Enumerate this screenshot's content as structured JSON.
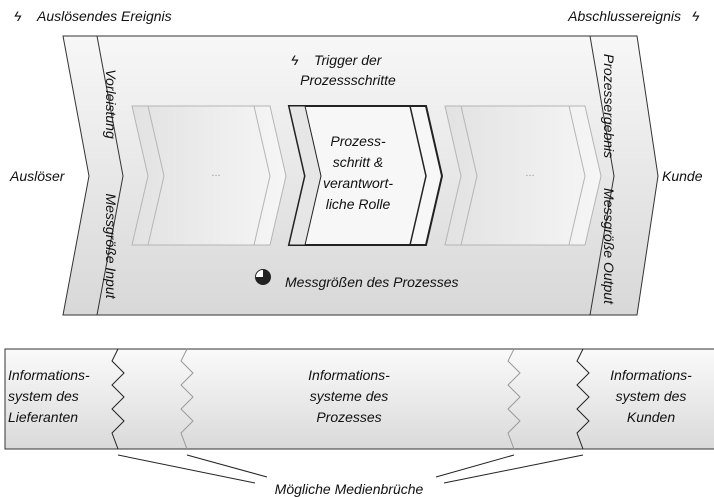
{
  "top": {
    "trigger_icon": "lightning-icon",
    "start_event": "Auslösendes Ereignis",
    "end_event": "Abschlussereignis"
  },
  "process": {
    "trigger_line1": "Trigger der",
    "trigger_line2": "Prozessschritte",
    "input_top": "Vorleistung",
    "input_bottom": "Messgröße Input",
    "output_top": "Prozessergebnis",
    "output_bottom": "Messgröße Output",
    "trigger_source": "Auslöser",
    "customer": "Kunde",
    "steps": [
      {
        "lines": [
          "..."
        ]
      },
      {
        "lines": [
          "Prozess-",
          "schritt &",
          "verantwort-",
          "liche Rolle"
        ]
      },
      {
        "lines": [
          "..."
        ]
      }
    ],
    "metrics_icon": "pie-chart-icon",
    "metrics": "Messgrößen des Prozesses"
  },
  "systems": {
    "supplier": [
      "Informations-",
      "system des",
      "Lieferanten"
    ],
    "process": [
      "Informations-",
      "systeme des",
      "Prozesses"
    ],
    "customer": [
      "Informations-",
      "system des",
      "Kunden"
    ],
    "breaks": "Mögliche Medienbrüche"
  },
  "colors": {
    "panel_light": "#f4f4f4",
    "panel_dark": "#d6d6d6",
    "outline": "#333333",
    "chevron_outline": "#b5b5b5"
  }
}
